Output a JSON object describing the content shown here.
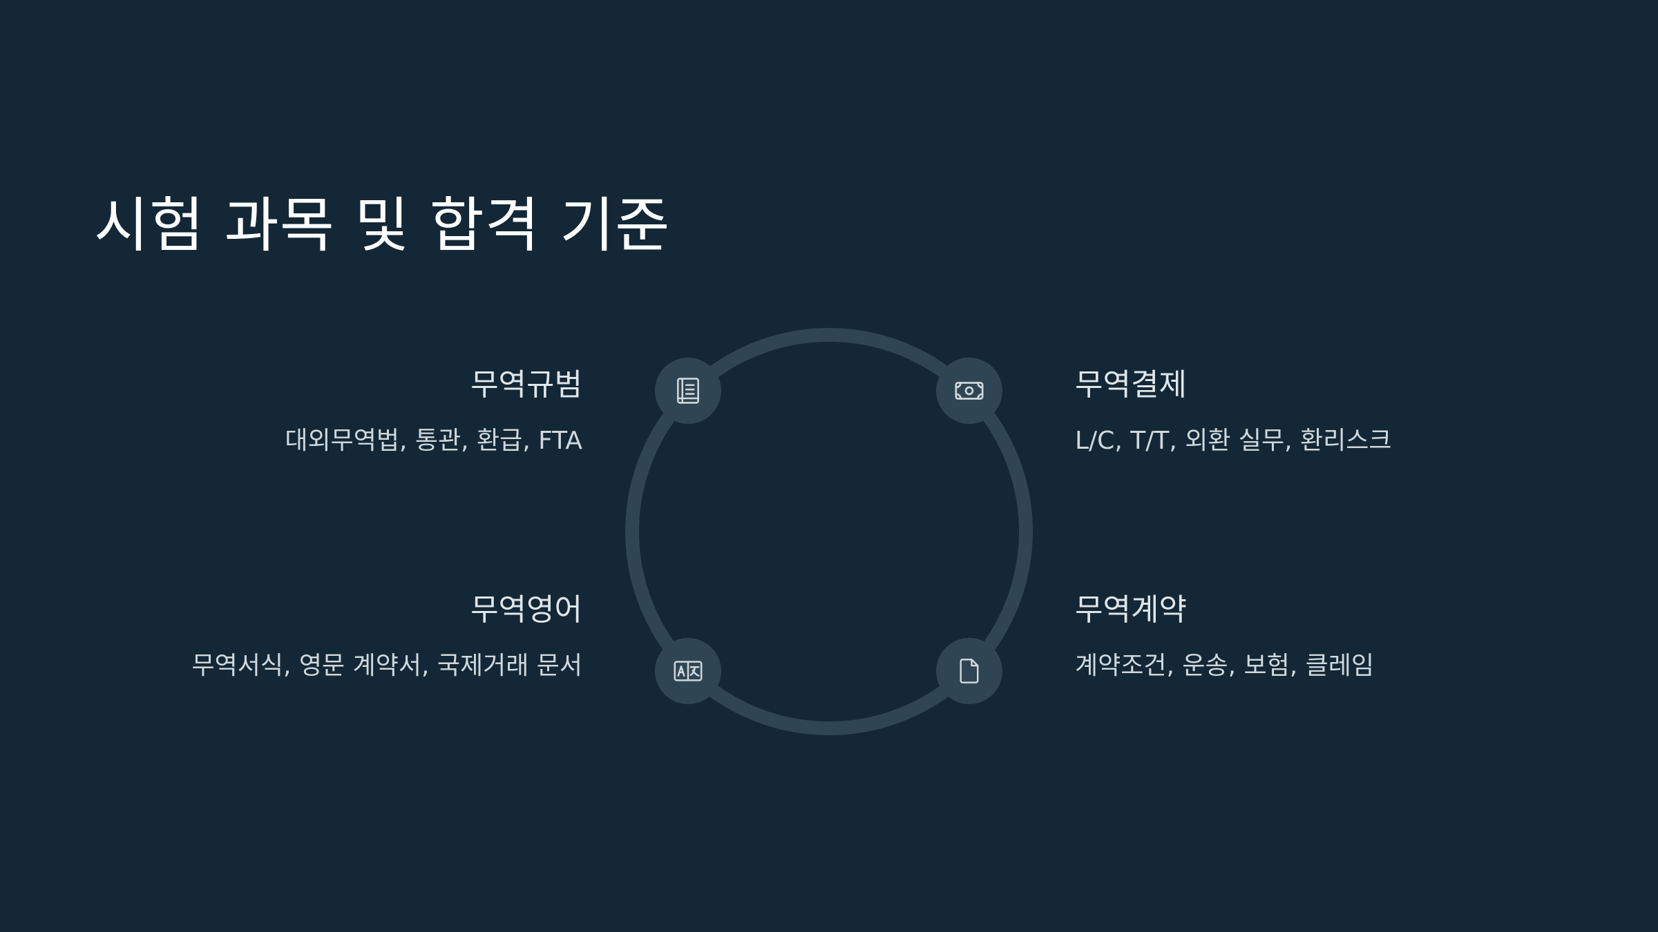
{
  "slide": {
    "title": "시험 과목 및 합격 기준"
  },
  "colors": {
    "background": "#132736",
    "ring": "#2f4553",
    "title": "#ffffff",
    "text": "#dfe6ea",
    "icon": "#cfd8de"
  },
  "subjects": [
    {
      "title": "무역규범",
      "description": "대외무역법, 통관, 환급, FTA",
      "icon": "book-icon"
    },
    {
      "title": "무역결제",
      "description": "L/C, T/T, 외환 실무, 환리스크",
      "icon": "banknote-icon"
    },
    {
      "title": "무역영어",
      "description": "무역서식, 영문 계약서, 국제거래 문서",
      "icon": "translate-icon"
    },
    {
      "title": "무역계약",
      "description": "계약조건, 운송, 보험, 클레임",
      "icon": "document-icon"
    }
  ]
}
